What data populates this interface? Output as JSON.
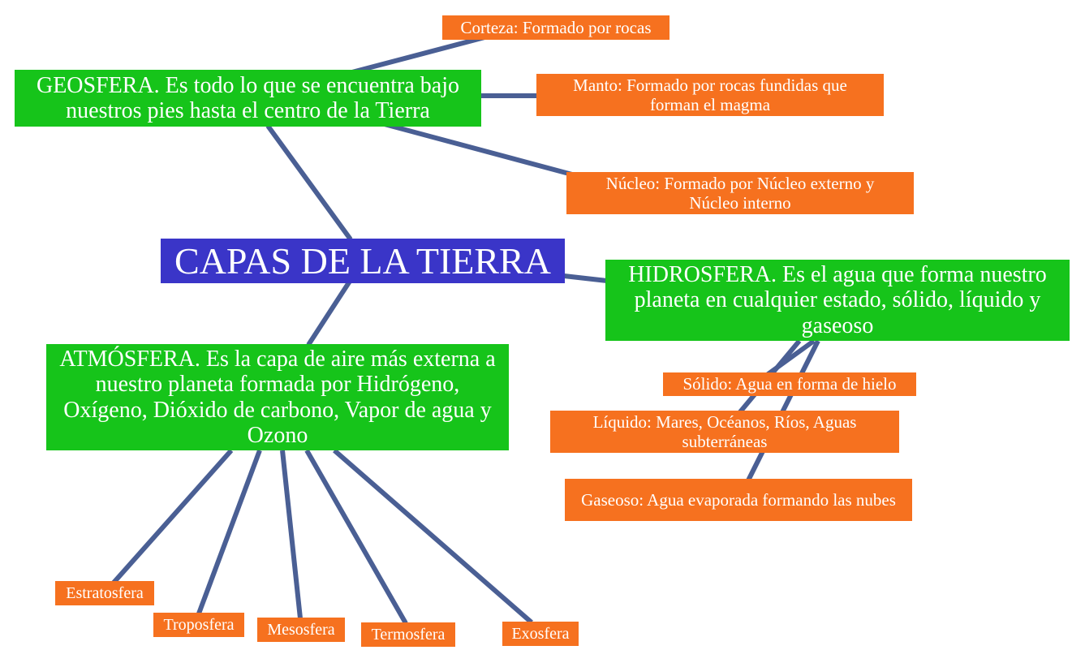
{
  "title": "CAPAS DE LA TIERRA",
  "colors": {
    "central": "#3a35c8",
    "layer": "#16c41a",
    "detail": "#f6711f",
    "connector": "#4a5f94"
  },
  "geosfera": {
    "text": "GEOSFERA.  Es todo lo que se encuentra bajo nuestros pies hasta el centro de la Tierra",
    "children": {
      "corteza": "Corteza: Formado por rocas",
      "manto": "Manto: Formado por rocas fundidas que forman el magma",
      "nucleo": "Núcleo: Formado por Núcleo externo y Núcleo interno"
    }
  },
  "hidrosfera": {
    "text": "HIDROSFERA. Es el agua que forma nuestro planeta en cualquier estado, sólido, líquido y gaseoso",
    "children": {
      "solido": "Sólido: Agua en forma de hielo",
      "liquido": "Líquido: Mares, Océanos, Ríos, Aguas subterráneas",
      "gaseoso": "Gaseoso: Agua evaporada formando las nubes"
    }
  },
  "atmosfera": {
    "text": "ATMÓSFERA. Es la capa de aire más externa a nuestro planeta formada por Hidrógeno, Oxígeno, Dióxido de carbono, Vapor de agua y Ozono",
    "children": {
      "estratosfera": "Estratosfera",
      "troposfera": "Troposfera",
      "mesosfera": "Mesosfera",
      "termosfera": "Termosfera",
      "exosfera": "Exosfera"
    }
  }
}
